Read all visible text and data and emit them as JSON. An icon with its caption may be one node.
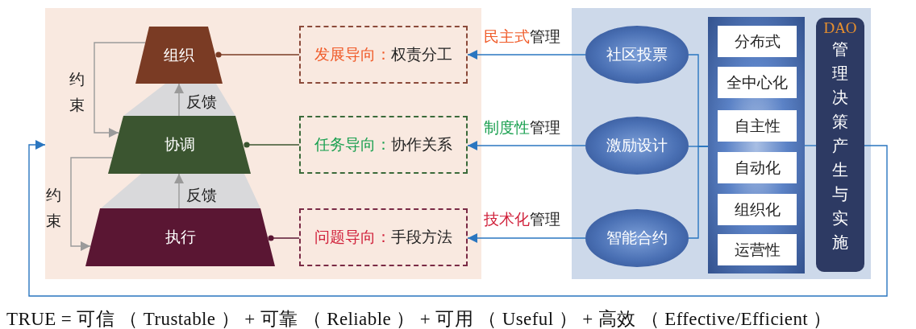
{
  "diagram": {
    "nodes": [
      {
        "text": [],
        "shape": "box"
      },
      {
        "text": [
          "组织"
        ],
        "in": 0
      },
      {
        "text": [
          "协调"
        ],
        "in": 0
      },
      {
        "text": [
          "执行"
        ],
        "in": 0
      },
      {
        "text": [
          "发展导向：",
          "权责分工"
        ],
        "in": 0
      },
      {
        "text": [
          "任务导向：",
          "协作关系"
        ],
        "in": 0
      },
      {
        "text": [
          "问题导向：",
          "手段方法"
        ],
        "in": 0
      },
      {
        "text": [],
        "shape": "box"
      },
      {
        "text": [
          "社区投票"
        ],
        "in": 7
      },
      {
        "text": [
          "激励设计"
        ],
        "in": 7
      },
      {
        "text": [
          "智能合约"
        ],
        "in": 7
      },
      {
        "text": [],
        "shape": "box",
        "in": 7
      },
      {
        "text": [
          "分布式"
        ],
        "in": 11
      },
      {
        "text": [
          "全中心化"
        ],
        "in": 11
      },
      {
        "text": [
          "自主性"
        ],
        "in": 11
      },
      {
        "text": [
          "自动化"
        ],
        "in": 11
      },
      {
        "text": [
          "组织化"
        ],
        "in": 11
      },
      {
        "text": [
          "运营性"
        ],
        "in": 11
      },
      {
        "text": [
          "DAO",
          "管理决策产生与实施"
        ],
        "in": 7
      }
    ],
    "edges": [
      {
        "from": 1,
        "to": 4,
        "arrow": "other",
        "color": "#7a3b24"
      },
      {
        "from": 2,
        "to": 5,
        "arrow": "other",
        "color": "#3b5530"
      },
      {
        "from": 3,
        "to": 6,
        "arrow": "other",
        "color": "#5a1633"
      },
      {
        "from": 8,
        "to": 4,
        "arrow": "to",
        "label": "民主式管理"
      },
      {
        "from": 9,
        "to": 5,
        "arrow": "to",
        "label": "制度性管理"
      },
      {
        "from": 10,
        "to": 6,
        "arrow": "to",
        "label": "技术化管理"
      },
      {
        "from": 11,
        "to": 8,
        "arrow": "none"
      },
      {
        "from": 11,
        "to": 9,
        "arrow": "none"
      },
      {
        "from": 11,
        "to": 10,
        "arrow": "none"
      },
      {
        "from": 11,
        "to": 18,
        "arrow": "none"
      },
      {
        "from": 18,
        "to": 0,
        "arrow": "to"
      },
      {
        "from": 1,
        "to": 2,
        "arrow": "to",
        "label": "约束",
        "color": "#9a9a9a"
      },
      {
        "from": 2,
        "to": 3,
        "arrow": "to",
        "label": "约束",
        "color": "#9a9a9a"
      },
      {
        "from": 3,
        "to": 2,
        "arrow": "to",
        "label": "反馈",
        "color": "#9a9a9a"
      },
      {
        "from": 2,
        "to": 1,
        "arrow": "to",
        "label": "反馈",
        "color": "#9a9a9a"
      }
    ],
    "labels": [
      "TRUE = 可信 （ Trustable ） + 可靠 （ Reliable ） + 可用 （ Useful ） + 高效 （ Effective/Efficient ）"
    ]
  }
}
